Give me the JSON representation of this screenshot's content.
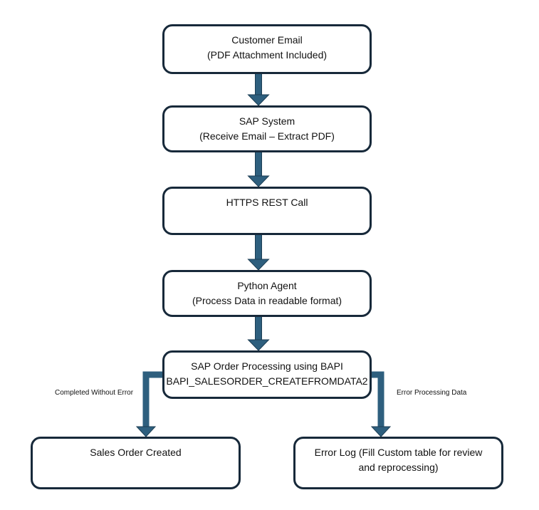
{
  "diagram": {
    "type": "flowchart",
    "colors": {
      "node_border": "#17293a",
      "arrow_fill": "#2e5f7e",
      "arrow_outline": "#1c3e54",
      "text": "#111111",
      "background": "#ffffff"
    },
    "nodes": [
      {
        "id": "customer-email",
        "lines": [
          "Customer Email",
          "(PDF Attachment Included)"
        ]
      },
      {
        "id": "sap-system",
        "lines": [
          "SAP System",
          "(Receive Email – Extract PDF)"
        ]
      },
      {
        "id": "https-rest-call",
        "lines": [
          "HTTPS REST Call"
        ]
      },
      {
        "id": "python-agent",
        "lines": [
          "Python Agent",
          "(Process Data in readable format)"
        ]
      },
      {
        "id": "sap-order-processing",
        "lines": [
          "SAP Order Processing using BAPI",
          "BAPI_SALESORDER_CREATEFROMDATA2"
        ]
      },
      {
        "id": "sales-order-created",
        "lines": [
          "Sales Order Created"
        ]
      },
      {
        "id": "error-log",
        "lines": [
          "Error Log (Fill Custom table for review",
          "and reprocessing)"
        ]
      }
    ],
    "edges": [
      {
        "from": "customer-email",
        "to": "sap-system",
        "label": ""
      },
      {
        "from": "sap-system",
        "to": "https-rest-call",
        "label": ""
      },
      {
        "from": "https-rest-call",
        "to": "python-agent",
        "label": ""
      },
      {
        "from": "python-agent",
        "to": "sap-order-processing",
        "label": ""
      },
      {
        "from": "sap-order-processing",
        "to": "sales-order-created",
        "label": "Completed Without Error"
      },
      {
        "from": "sap-order-processing",
        "to": "error-log",
        "label": "Error Processing Data"
      }
    ]
  }
}
